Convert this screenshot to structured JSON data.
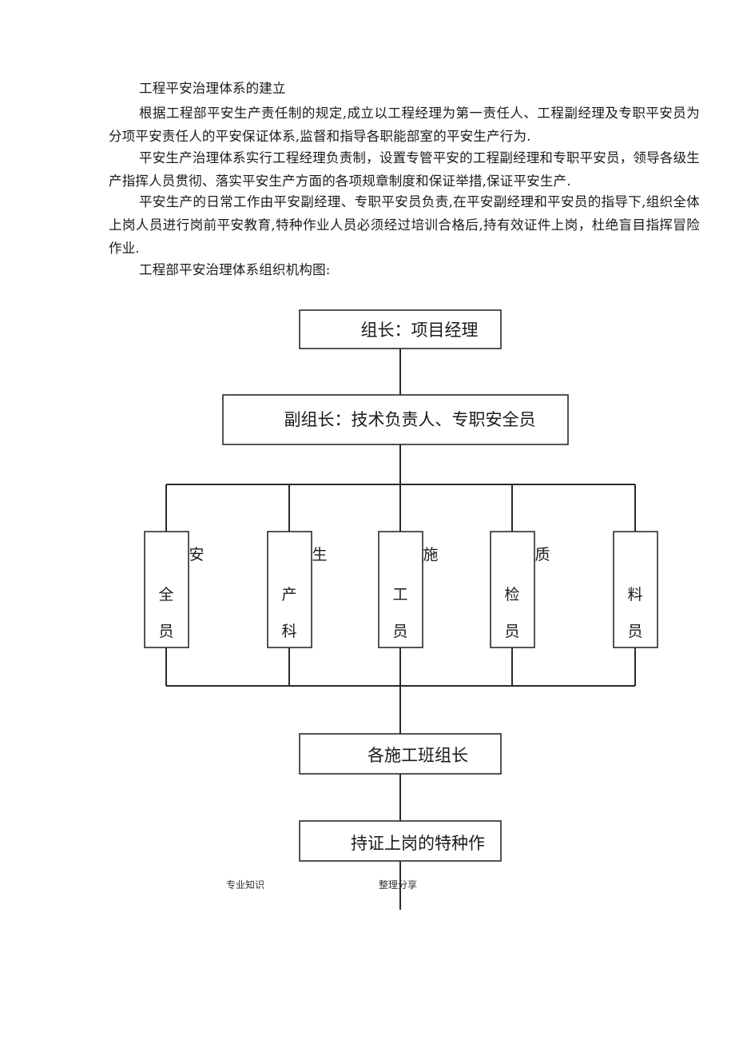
{
  "document": {
    "heading": "工程平安治理体系的建立",
    "paragraphs": [
      "根据工程部平安生产责任制的规定,成立以工程经理为第一责任人、工程副经理及专职平安员为分项平安责任人的平安保证体系,监督和指导各职能部室的平安生产行为.",
      "平安生产治理体系实行工程经理负责制，设置专管平安的工程副经理和专职平安员，领导各级生产指挥人员贯彻、落实平安生产方面的各项规章制度和保证举措,保证平安生产.",
      "平安生产的日常工作由平安副经理、专职平安员负责,在平安副经理和平安员的指导下,组织全体上岗人员进行岗前平安教育,特种作业人员必须经过培训合格后,持有效证件上岗，杜绝盲目指挥冒险作业."
    ],
    "caption": "工程部平安治理体系组织机构图:"
  },
  "org_chart": {
    "leader": "组长：项目经理",
    "deputy": "副组长：技术负责人、专职安全员",
    "departments": [
      {
        "top": "安",
        "middle": "全",
        "bottom": "员"
      },
      {
        "top": "生",
        "middle": "产",
        "bottom": "科"
      },
      {
        "top": "施",
        "middle": "工",
        "bottom": "员"
      },
      {
        "top": "质",
        "middle": "检",
        "bottom": "员"
      },
      {
        "top": "",
        "middle": "料",
        "bottom": "员"
      }
    ],
    "team_leaders": "各施工班组长",
    "special_workers": "持证上岗的特种作"
  },
  "footer_watermark": {
    "left": "专业知识",
    "right": "整理分享"
  }
}
